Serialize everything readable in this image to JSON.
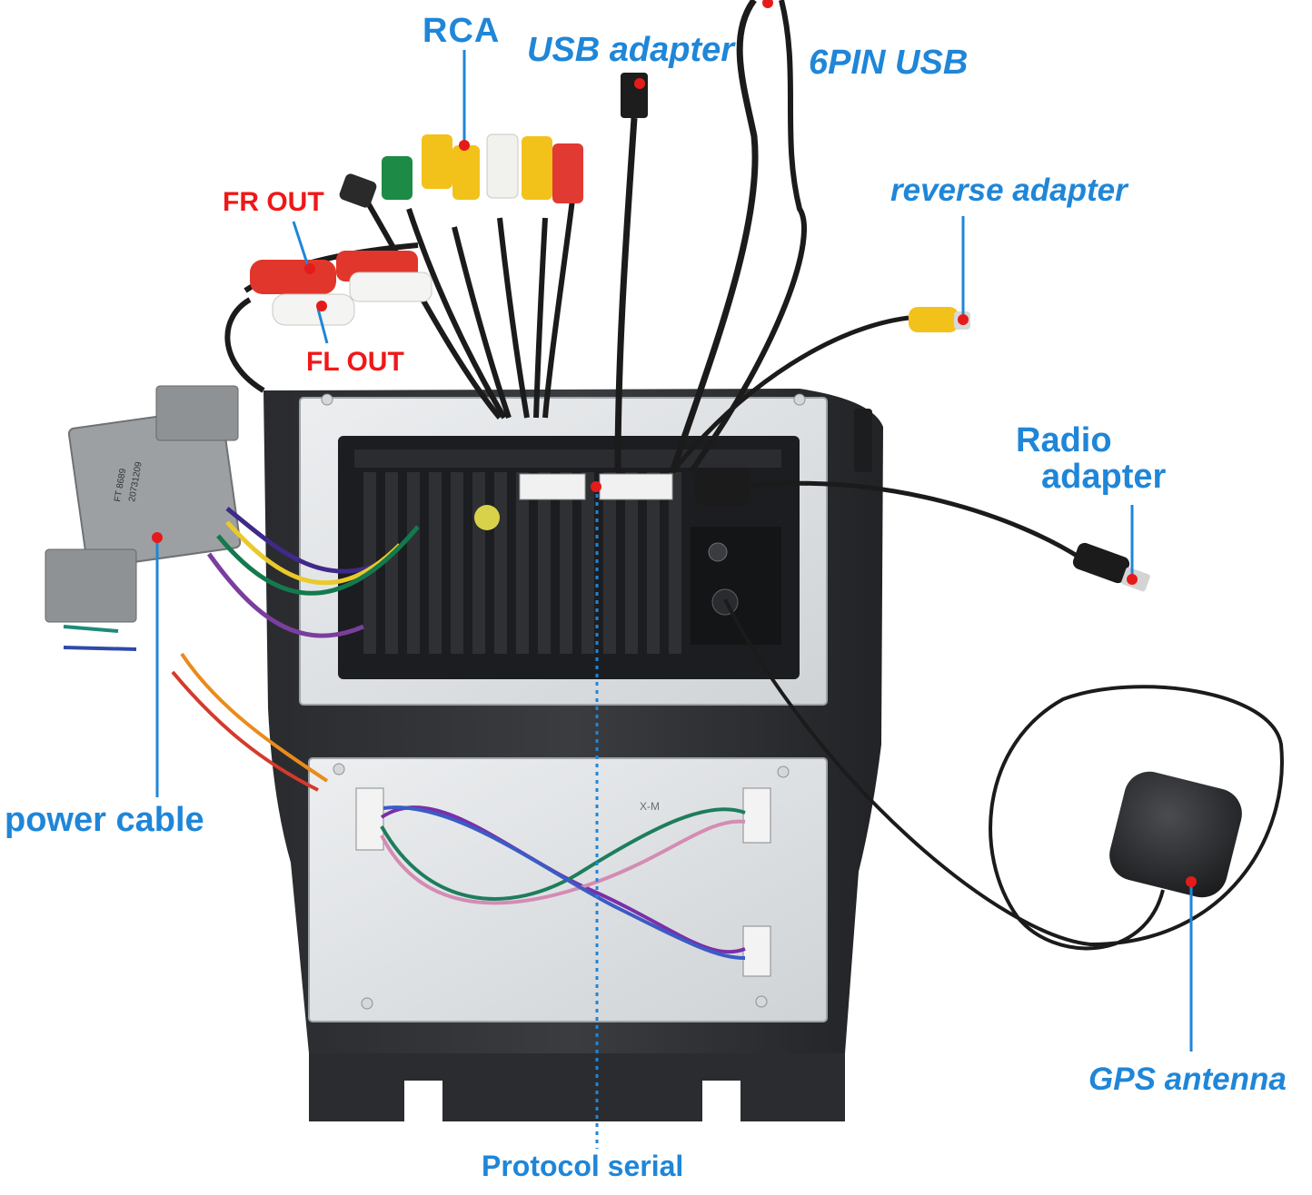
{
  "labels": {
    "rca": "RCA",
    "usb_adapter": "USB adapter",
    "six_pin_usb": "6PIN USB",
    "fr_out": "FR OUT",
    "fl_out": "FL OUT",
    "reverse_adapter": "reverse adapter",
    "radio_adapter_line1": "Radio",
    "radio_adapter_line2": "adapter",
    "power_cable": "power cable",
    "gps_antenna": "GPS antenna",
    "protocol_serial": "Protocol serial"
  },
  "device_text": {
    "harness_tag_model": "FT 8689",
    "harness_tag_date": "20731209",
    "bracket_mark": "X-M"
  },
  "colors": {
    "callout_blue": "#1f86d8",
    "callout_red": "#ef1818",
    "pointer_dot_red": "#e51b1b"
  }
}
